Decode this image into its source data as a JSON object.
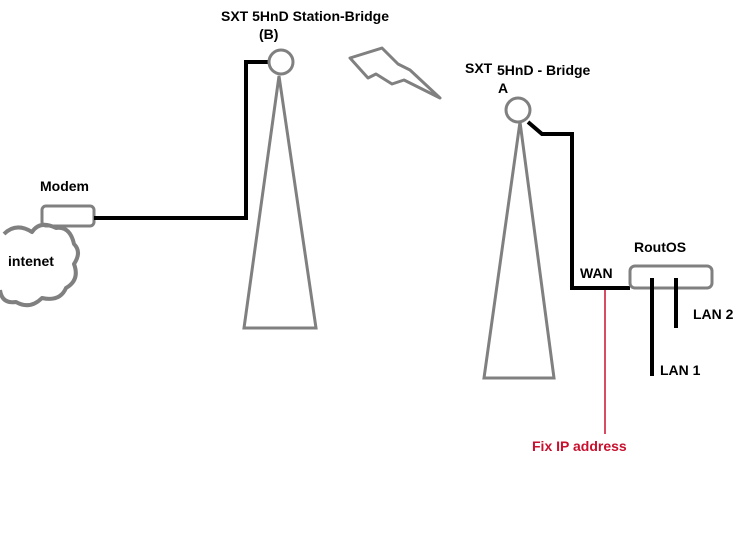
{
  "labels": {
    "tower_b_line1": "SXT  5HnD Station-Bridge",
    "tower_b_line2": "(B)",
    "tower_a_sxt": "SXT",
    "tower_a_name": "5HnD - Bridge",
    "tower_a_letter": "A",
    "modem": "Modem",
    "internet": "intenet",
    "routeros": "RoutOS",
    "wan": "WAN",
    "lan1": "LAN 1",
    "lan2": "LAN 2",
    "fix_ip": "Fix IP address"
  },
  "colors": {
    "outline": "#808080",
    "wire": "#000000",
    "annotation": "#c8102e"
  }
}
